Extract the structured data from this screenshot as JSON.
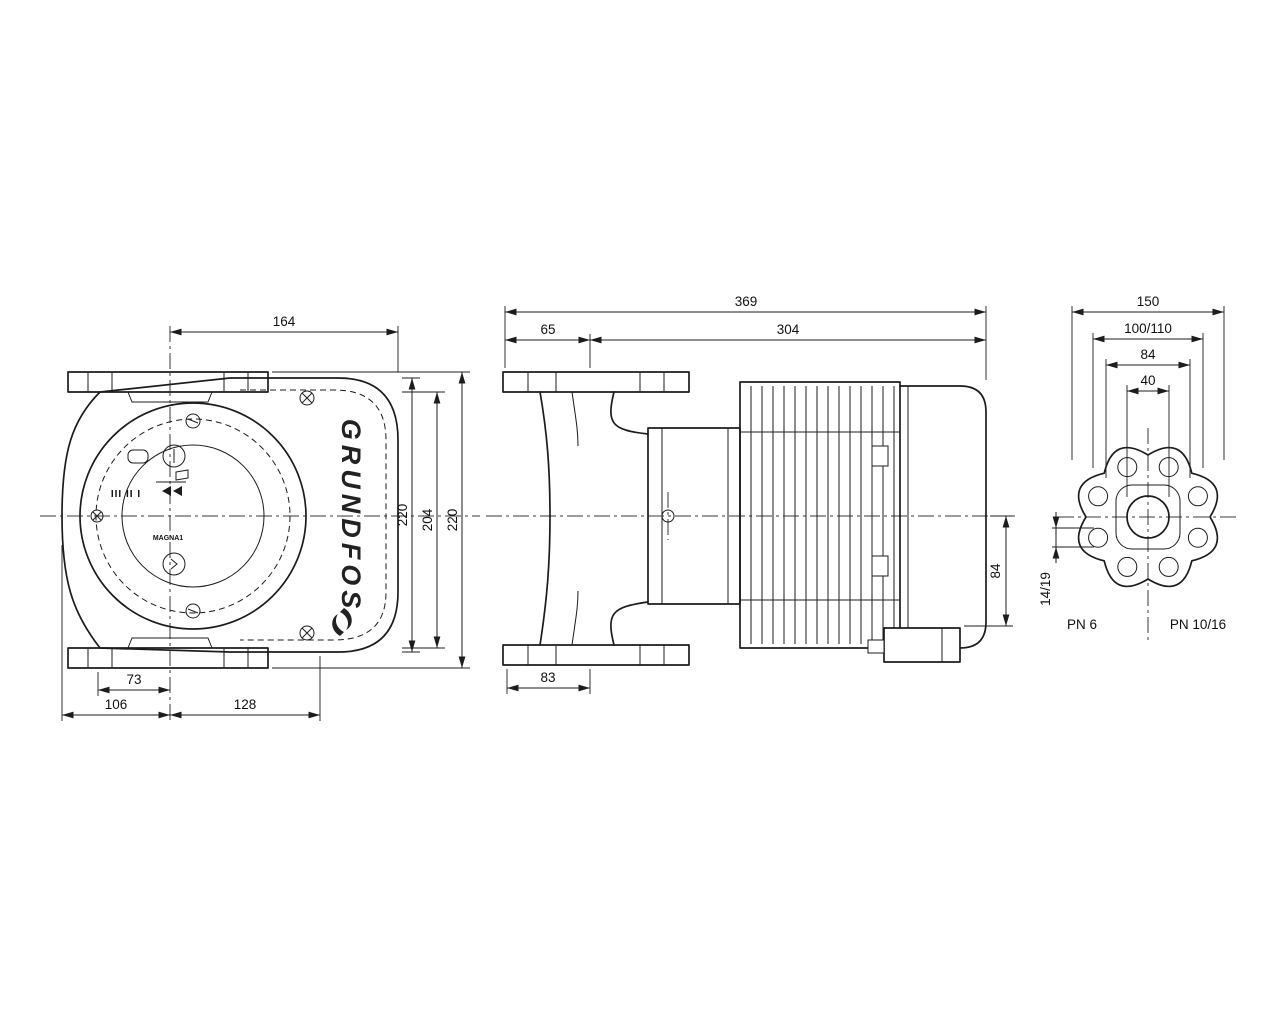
{
  "front_view": {
    "brand_vertical": "GRUNDFOS",
    "model_label": "MAGNA1",
    "mode_indicator": "III II I",
    "dims": {
      "top_width": "164",
      "right_inner": "220",
      "right_mid": "204",
      "right_outer": "220",
      "bottom_neck": "73",
      "bottom_left": "106",
      "bottom_right": "128"
    }
  },
  "side_view": {
    "dims": {
      "overall_length": "369",
      "flange_length": "65",
      "stator_length": "304",
      "flange_width": "83",
      "terminal_height": "84"
    }
  },
  "flange_view": {
    "dims": {
      "outer_diameter": "150",
      "bolt_circle": "100/110",
      "hub_diameter": "84",
      "bore_diameter": "40",
      "bolt_hole": "14/19"
    },
    "labels": {
      "pn_left": "PN 6",
      "pn_right": "PN 10/16"
    }
  }
}
